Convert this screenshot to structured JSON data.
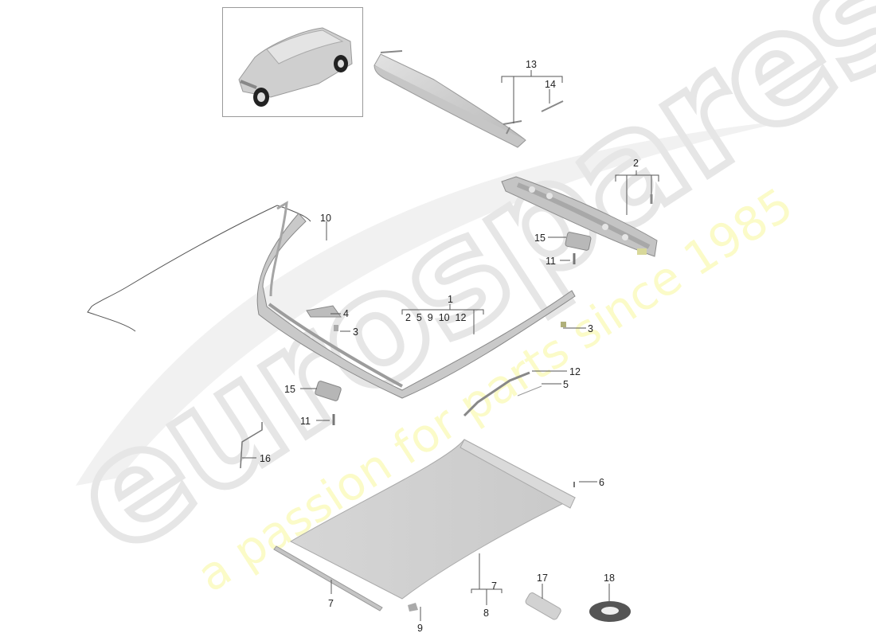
{
  "diagram": {
    "type": "exploded-parts-diagram",
    "subject": "Panoramic sunroof / sun blind assembly",
    "watermark": {
      "logo_text": "eurospares",
      "tagline": "a passion for parts since 1985",
      "logo_color": "#e6e6e6",
      "tagline_color": "#fbfbc8"
    },
    "thumbnail": {
      "label": "vehicle-overview"
    },
    "callouts": [
      {
        "id": "c13",
        "text": "13"
      },
      {
        "id": "c14",
        "text": "14"
      },
      {
        "id": "c2",
        "text": "2"
      },
      {
        "id": "c10",
        "text": "10"
      },
      {
        "id": "c15a",
        "text": "15"
      },
      {
        "id": "c11a",
        "text": "11"
      },
      {
        "id": "c1",
        "text": "1"
      },
      {
        "id": "c1sub",
        "text": "2  5  9  10  12"
      },
      {
        "id": "c4",
        "text": "4"
      },
      {
        "id": "c3a",
        "text": "3"
      },
      {
        "id": "c3b",
        "text": "3"
      },
      {
        "id": "c12",
        "text": "12"
      },
      {
        "id": "c5",
        "text": "5"
      },
      {
        "id": "c15b",
        "text": "15"
      },
      {
        "id": "c11b",
        "text": "11"
      },
      {
        "id": "c16",
        "text": "16"
      },
      {
        "id": "c6",
        "text": "6"
      },
      {
        "id": "c7a",
        "text": "7"
      },
      {
        "id": "c9",
        "text": "9"
      },
      {
        "id": "c7b",
        "text": "7"
      },
      {
        "id": "c8",
        "text": "8"
      },
      {
        "id": "c17",
        "text": "17"
      },
      {
        "id": "c18",
        "text": "18"
      }
    ]
  }
}
